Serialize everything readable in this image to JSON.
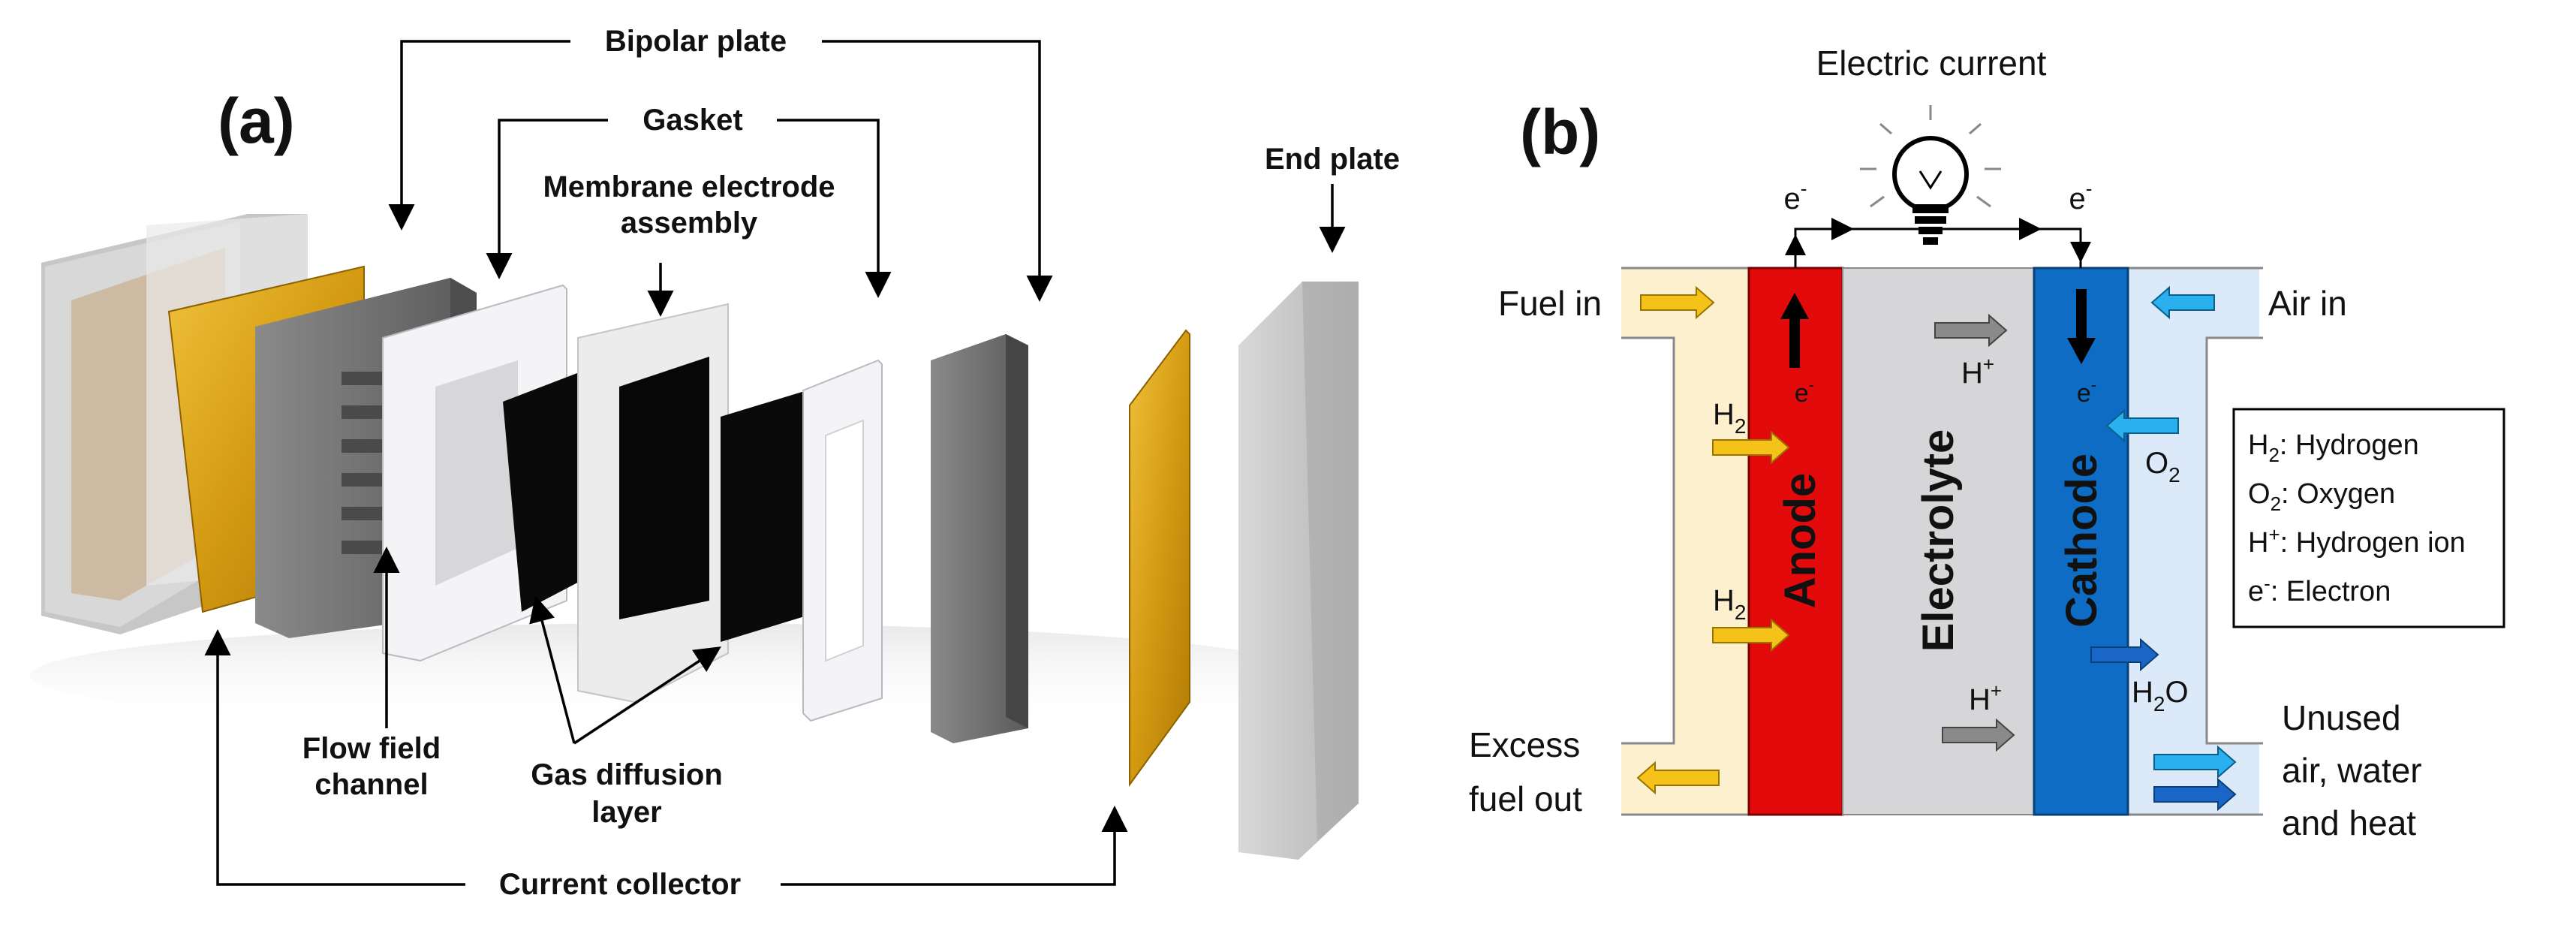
{
  "panel_a": {
    "tag": "(a)",
    "labels": {
      "bipolar_plate": "Bipolar plate",
      "gasket": "Gasket",
      "mea_line1": "Membrane electrode",
      "mea_line2": "assembly",
      "end_plate": "End plate",
      "flow_field_line1": "Flow field",
      "flow_field_line2": "channel",
      "gdl_line1": "Gas diffusion",
      "gdl_line2": "layer",
      "current_collector": "Current collector"
    },
    "colors": {
      "collector_gold": "#d9a21a",
      "plate_gray": "#6e6e6e",
      "gasket_white": "#f4f4f6",
      "gdl_black": "#0a0a0a",
      "end_plate_gray": "#c8c8c8"
    }
  },
  "panel_b": {
    "tag": "(b)",
    "title": "Electric current",
    "electron_left": "e",
    "electron_right": "e",
    "electron_sup": "-",
    "fuel_in": "Fuel in",
    "air_in": "Air in",
    "excess_line1": "Excess",
    "excess_line2": "fuel out",
    "unused_line1": "Unused",
    "unused_line2": "air, water",
    "unused_line3": "and heat",
    "anode": "Anode",
    "electrolyte": "Electrolyte",
    "cathode": "Cathode",
    "h2": "H",
    "h2_sub": "2",
    "o2": "O",
    "o2_sub": "2",
    "h_plus": "H",
    "h_plus_sup": "+",
    "h2o_h": "H",
    "h2o_sub": "2",
    "h2o_o": "O",
    "e_minus": "e",
    "legend": [
      {
        "sym": "H",
        "mod": "2",
        "kind": "sub",
        "text": ": Hydrogen"
      },
      {
        "sym": "O",
        "mod": "2",
        "kind": "sub",
        "text": ": Oxygen"
      },
      {
        "sym": "H",
        "mod": "+",
        "kind": "sup",
        "text": ": Hydrogen ion"
      },
      {
        "sym": "e",
        "mod": "-",
        "kind": "sup",
        "text": ": Electron"
      }
    ],
    "colors": {
      "anode_red": "#e20a0a",
      "electrolyte_gray": "#d6d6d8",
      "cathode_blue": "#0f6cc4",
      "fuel_zone": "#fdf0cf",
      "air_zone": "#dbe9f8",
      "fuel_arrow": "#f5c21a",
      "air_arrow": "#2ab0ef",
      "hplus_arrow": "#8a8a8a",
      "h2o_arrow": "#1a66c8"
    }
  }
}
